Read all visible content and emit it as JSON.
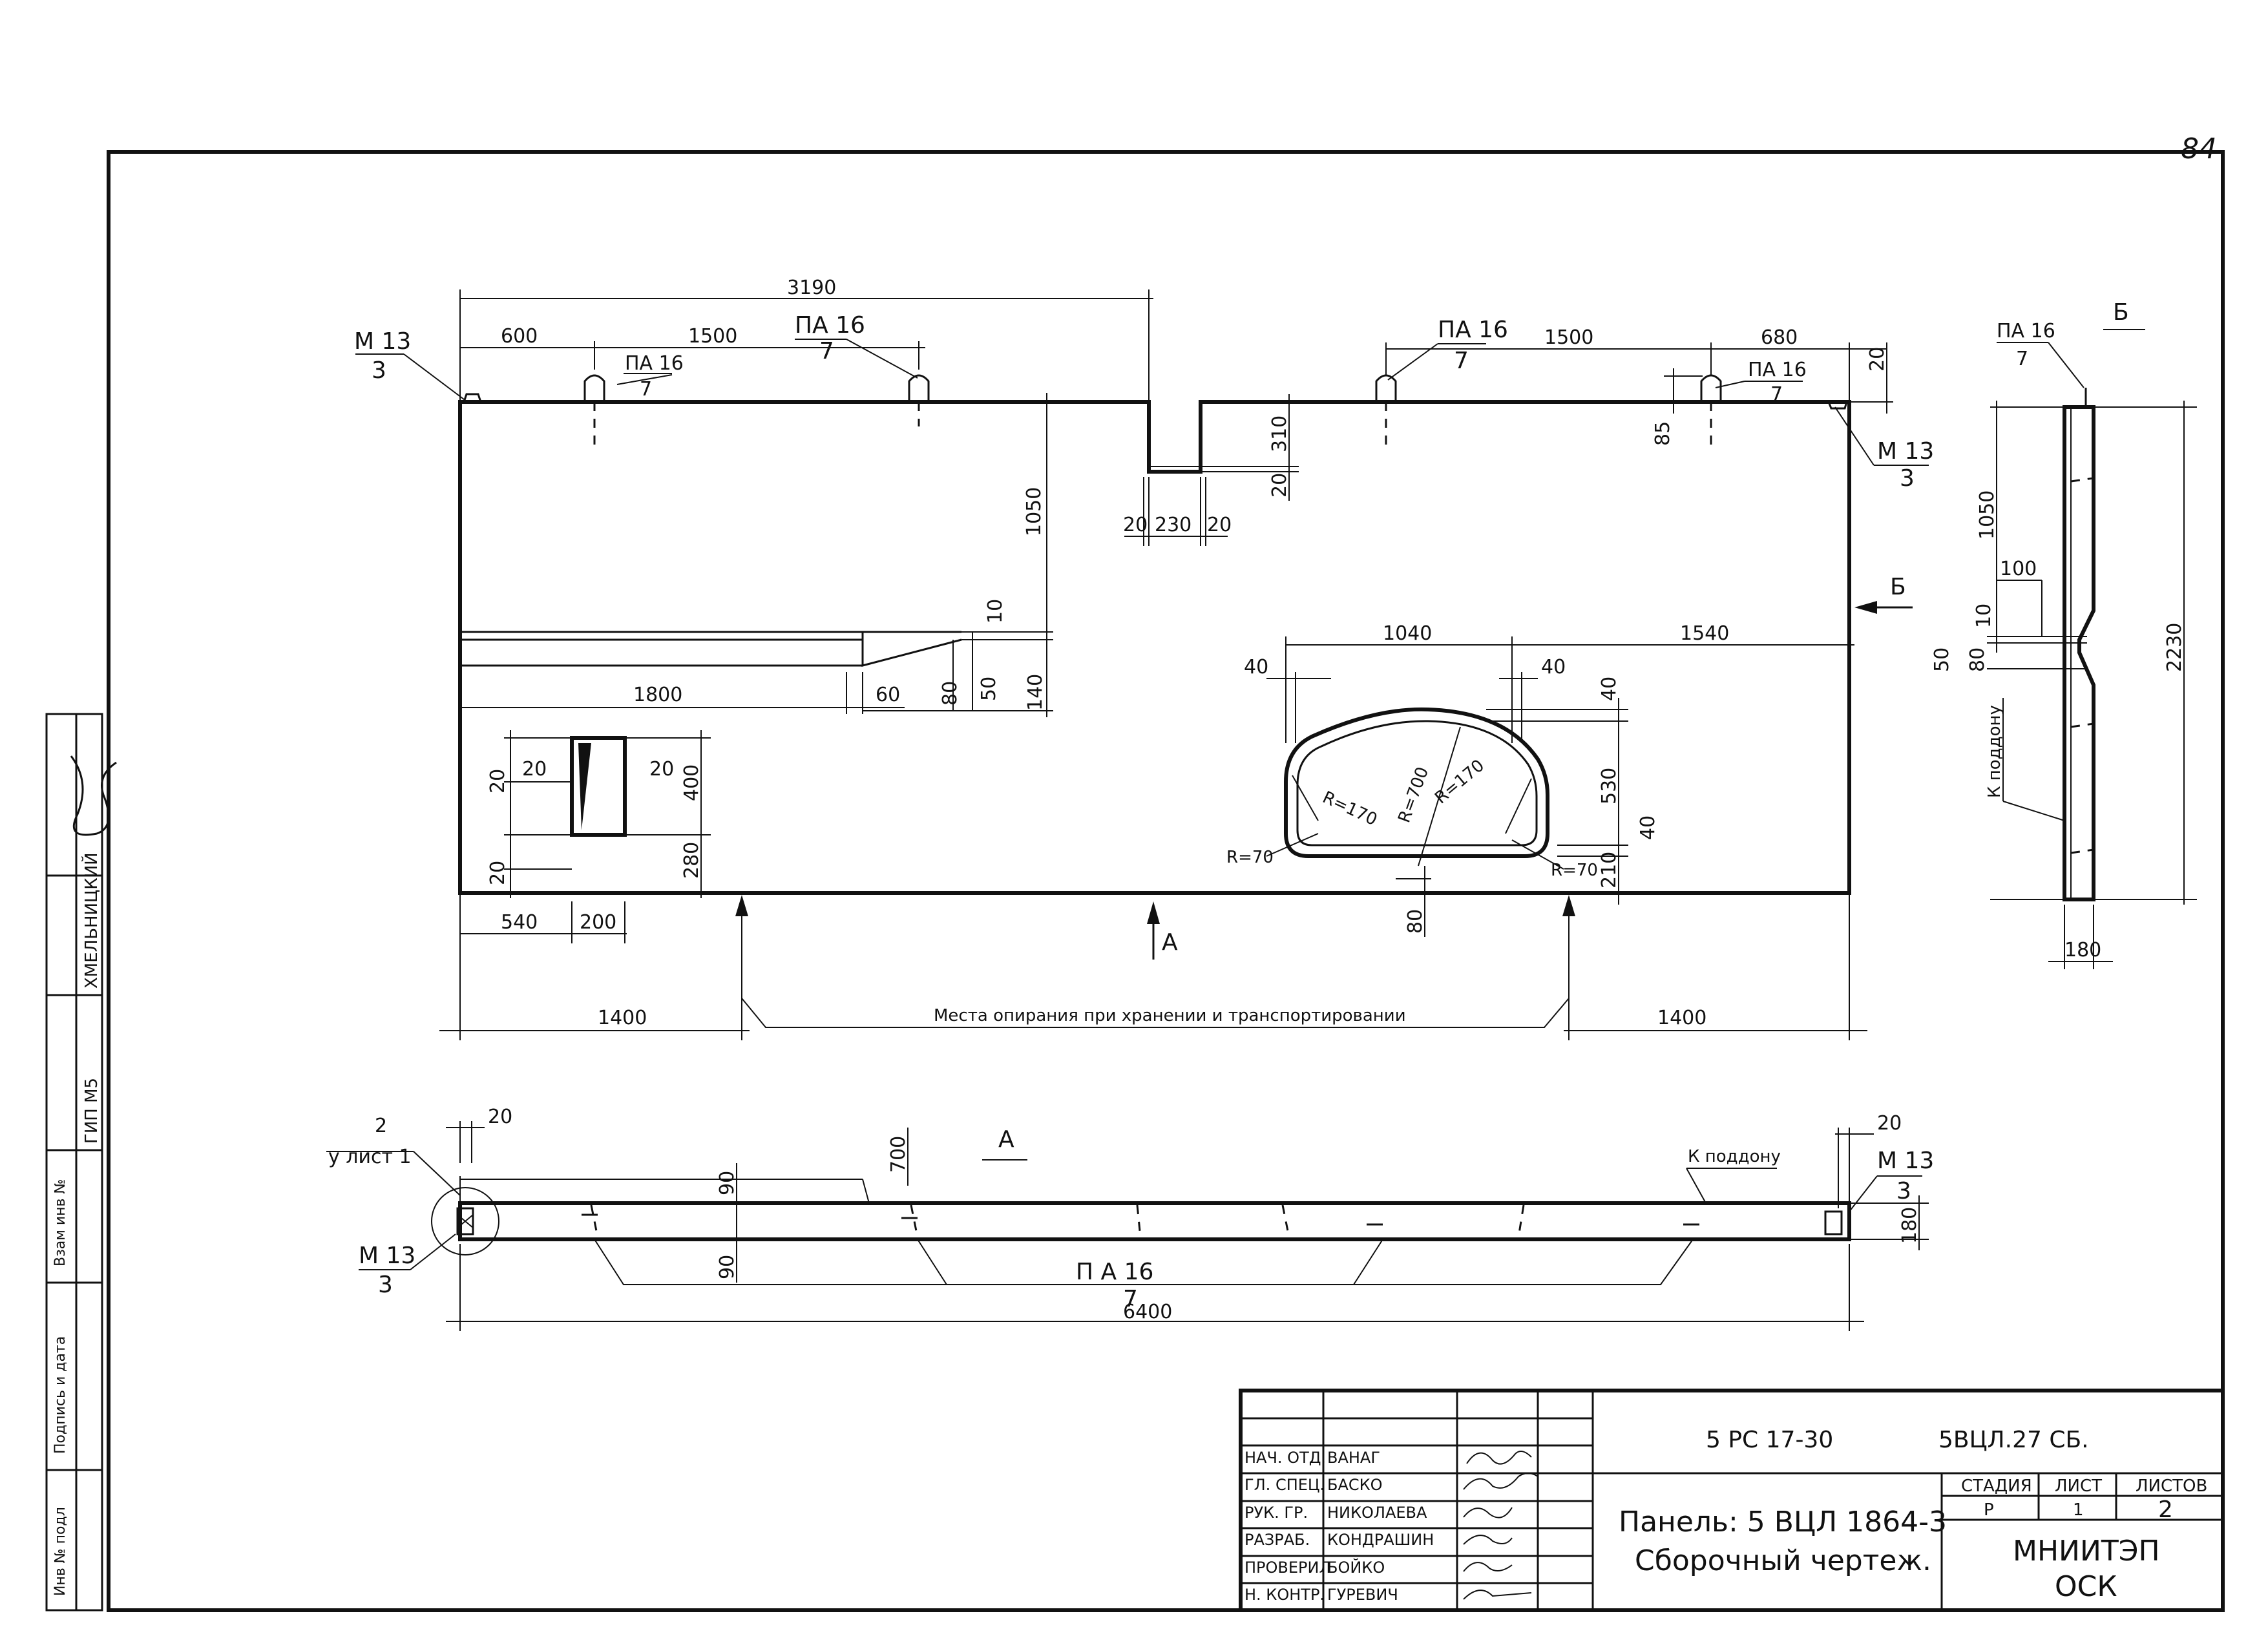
{
  "page_number": "84",
  "front_view": {
    "dims": {
      "overall_top": "3190",
      "d600": "600",
      "d1500_left": "1500",
      "d1500_right": "1500",
      "d680": "680",
      "d20_top": "20",
      "d85": "85",
      "d310": "310",
      "d20_notch": "20",
      "d20a": "20",
      "d230": "230",
      "d20b": "20",
      "d1050": "1050",
      "d10": "10",
      "d1800": "1800",
      "d60": "60",
      "d80": "80",
      "d50": "50",
      "d140": "140",
      "d20_win1": "20",
      "d20_win2": "20",
      "d400": "400",
      "d280": "280",
      "d20_win3": "20",
      "d20_win4": "20",
      "d540": "540",
      "d200": "200",
      "d1400_left": "1400",
      "d1400_right": "1400",
      "d1040": "1040",
      "d1540": "1540",
      "d40_a": "40",
      "d40_b": "40",
      "d40_c": "40",
      "d530": "530",
      "d40_d": "40",
      "d210": "210",
      "d80_bottom": "80",
      "r170_left": "R=170",
      "r700": "R=700",
      "r170_right": "R=170",
      "r70_left": "R=70",
      "r70_right": "R=70"
    },
    "marks": {
      "m13_left_top": "М 13",
      "m13_left_bot": "3",
      "m13_right_top": "М 13",
      "m13_right_bot": "3",
      "pa16_1_top": "ПА 16",
      "pa16_1_bot": "7",
      "pa16_2_top": "ПА 16",
      "pa16_2_bot": "7",
      "pa16_3_top": "ПА 16",
      "pa16_3_bot": "7",
      "pa16_4_top": "ПА 16",
      "pa16_4_bot": "7",
      "view_a": "А",
      "view_b": "Б"
    },
    "support_note": "Места опирания при хранении и транспортировании"
  },
  "side_view": {
    "title": "Б",
    "pa16_top": "ПА 16",
    "pa16_bot": "7",
    "d1050": "1050",
    "d100": "100",
    "d10": "10",
    "d50": "50",
    "d80": "80",
    "d2230": "2230",
    "d180": "180",
    "pallet": "К поддону"
  },
  "plan_view": {
    "title": "А",
    "ref_top": "2",
    "ref_bot": "у лист 1",
    "d20_left": "20",
    "d20_right": "20",
    "m13_left_top": "М 13",
    "m13_left_bot": "3",
    "m13_right_top": "М 13",
    "m13_right_bot": "3",
    "d700": "700",
    "d90_top": "90",
    "d90_bot": "90",
    "d180": "180",
    "pallet": "К поддону",
    "pa16_top": "П А 16",
    "pa16_bot": "7",
    "d6400": "6400"
  },
  "margin_stamp": {
    "name": "ХМЕЛЬНИЦКИЙ",
    "gip": "ГИП М5",
    "vzam": "Взам инв №",
    "podpis": "Подпись и дата",
    "inv": "Инв № подл"
  },
  "title_block": {
    "code_left": "5 РС 17-30",
    "code_right": "5ВЦЛ.27 СБ.",
    "title_line1": "Панель: 5 ВЦЛ 1864-3",
    "title_line2": "Сборочный чертеж.",
    "stage_label": "СТАДИЯ",
    "sheet_label": "ЛИСТ",
    "sheets_label": "ЛИСТОВ",
    "stage": "Р",
    "sheet": "1",
    "sheets": "2",
    "org_line1": "МНИИТЭП",
    "org_line2": "ОСК",
    "rows": [
      {
        "role": "НАЧ. ОТД.",
        "name": "ВАНАГ"
      },
      {
        "role": "ГЛ. СПЕЦ.",
        "name": "БАСКО"
      },
      {
        "role": "РУК. ГР.",
        "name": "НИКОЛАЕВА"
      },
      {
        "role": "РАЗРАБ.",
        "name": "КОНДРАШИН"
      },
      {
        "role": "ПРОВЕРИЛ",
        "name": "БОЙКО"
      },
      {
        "role": "Н. КОНТР.",
        "name": "ГУРЕВИЧ"
      }
    ]
  }
}
